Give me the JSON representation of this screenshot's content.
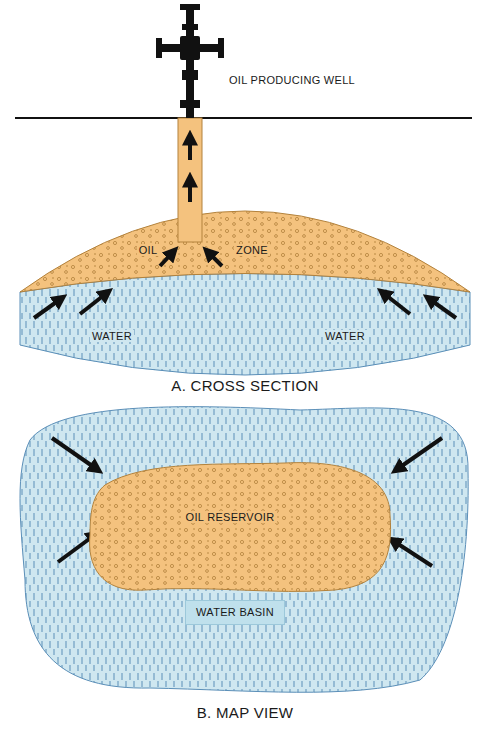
{
  "diagram": {
    "nodes": [
      {
        "text": [
          "OIL RESERVOIR"
        ]
      },
      {
        "text": [
          "WATER BASIN"
        ]
      }
    ],
    "labels": [
      "OIL PRODUCING WELL",
      "OIL",
      "ZONE",
      "WATER",
      "WATER",
      "A. CROSS SECTION",
      "B. MAP VIEW"
    ]
  }
}
